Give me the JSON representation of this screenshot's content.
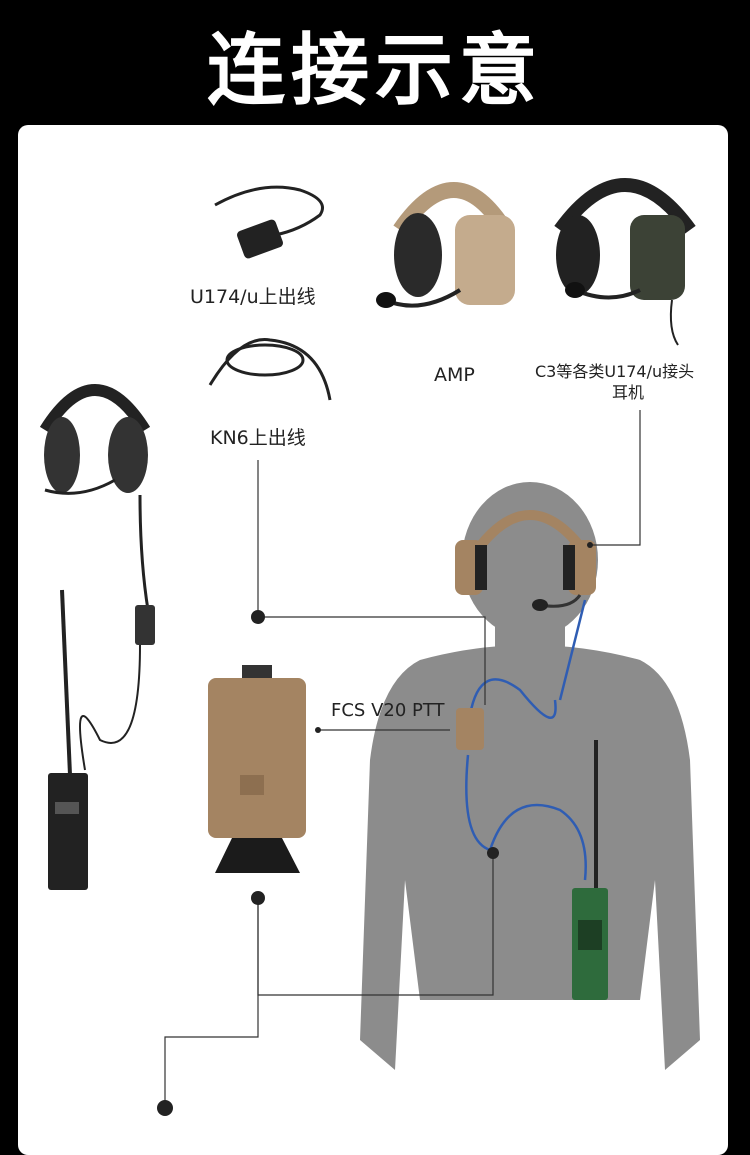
{
  "title": "连接示意",
  "labels": {
    "u174_cable": "U174/u上出线",
    "kn6_cable": "KN6上出线",
    "amp": "AMP",
    "c3_headset_line1": "C3等各类U174/u接头",
    "c3_headset_line2": "耳机",
    "ptt": "FCS V20 PTT"
  },
  "colors": {
    "background": "#000000",
    "card": "#ffffff",
    "silhouette": "#8c8c8c",
    "cable": "#2f5db3",
    "tan": "#a48462",
    "radio": "#2e6b3c"
  }
}
